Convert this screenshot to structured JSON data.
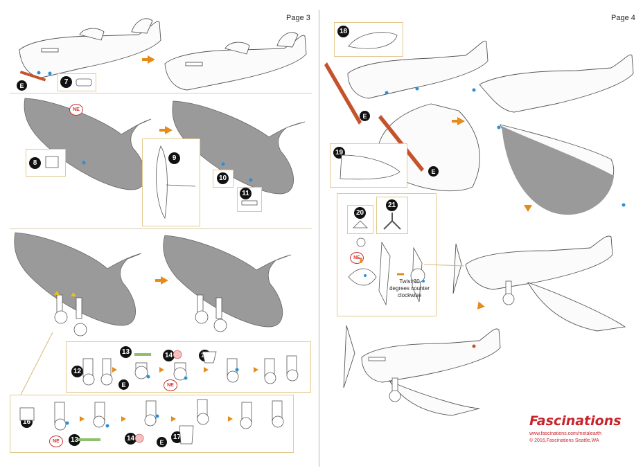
{
  "pages": {
    "left": {
      "label": "Page 3"
    },
    "right": {
      "label": "Page 4"
    }
  },
  "steps": {
    "s7": "7",
    "s8": "8",
    "s9": "9",
    "s10": "10",
    "s11": "11",
    "s12": "12",
    "s13a": "13",
    "s13b": "13",
    "s14a": "14",
    "s14b": "14",
    "s15": "15",
    "s16": "16",
    "s17": "17",
    "s18": "18",
    "s19": "19",
    "s20": "20",
    "s21": "21"
  },
  "markers": {
    "e": "E",
    "ne": "NE"
  },
  "instructions": {
    "twist": "Twist 30 degrees counter clockwise"
  },
  "brand": {
    "name": "Fascinations",
    "url": "www.fascinations.com/metalearth",
    "copyright": "© 2016,Fascinations Seattle,WA"
  },
  "colors": {
    "arrow": "#e58b1a",
    "brand": "#c8242b",
    "frame": "#e2c98e",
    "wing": "#9a9a9a",
    "marker": "#2a8fd8",
    "highlight": "#c4532d"
  }
}
